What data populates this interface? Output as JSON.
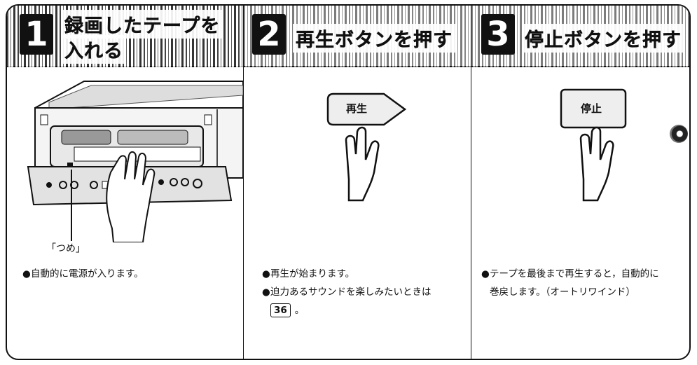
{
  "steps": [
    {
      "number": "1",
      "title_line1": "録画したテープを",
      "title_line2": "入れる",
      "caption": "「つめ」",
      "notes": [
        "自動的に電源が入ります。"
      ]
    },
    {
      "number": "2",
      "title_line1": "再生ボタンを押す",
      "button_label": "再生",
      "notes": [
        "再生が始まります。",
        "迫力あるサウンドを楽しみたいときは"
      ],
      "reference": "36",
      "reference_suffix": "。"
    },
    {
      "number": "3",
      "title_line1": "停止ボタンを押す",
      "button_label": "停止",
      "notes": [
        "テープを最後まで再生すると，自動的に",
        "巻戻します。（オートリワインド）"
      ]
    }
  ],
  "bullet": "●"
}
